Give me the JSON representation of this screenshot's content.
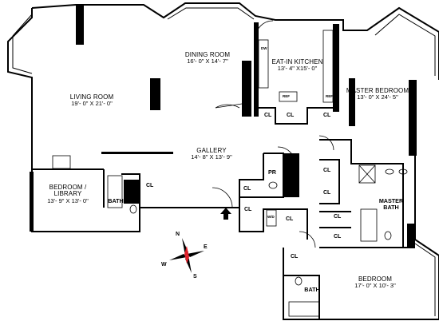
{
  "rooms": {
    "living_room": {
      "name": "LIVING ROOM",
      "dim": "19'- 0\" X 21'- 0\""
    },
    "dining_room": {
      "name": "DINING ROOM",
      "dim": "16'- 0\" X 14'- 7\""
    },
    "kitchen": {
      "name": "EAT-IN KITCHEN",
      "dim": "13'- 4\" X15'- 0\""
    },
    "master_bedroom": {
      "name": "MASTER BEDROOM",
      "dim": "13'- 0\" X 24'- 5\""
    },
    "gallery": {
      "name": "GALLERY",
      "dim": "14'- 8\" X 13'- 9\""
    },
    "library": {
      "name1": "BEDROOM /",
      "name2": "LIBRARY",
      "dim": "13'- 9\" X 13'- 0\""
    },
    "master_bath": {
      "name1": "MASTER",
      "name2": "BATH"
    },
    "bedroom": {
      "name": "BEDROOM",
      "dim": "17'- 0\" X 10'- 3\""
    },
    "bath1": {
      "name": "BATH"
    },
    "bath2": {
      "name": "BATH"
    },
    "powder": {
      "name": "PR"
    }
  },
  "closet_label": "CL",
  "appliances": {
    "dw": "DW",
    "ref": "REF",
    "wd": "W/D",
    "frid": "REF"
  },
  "compass": {
    "n": "N",
    "e": "E",
    "s": "S",
    "w": "W",
    "accent": "#e0202a"
  }
}
